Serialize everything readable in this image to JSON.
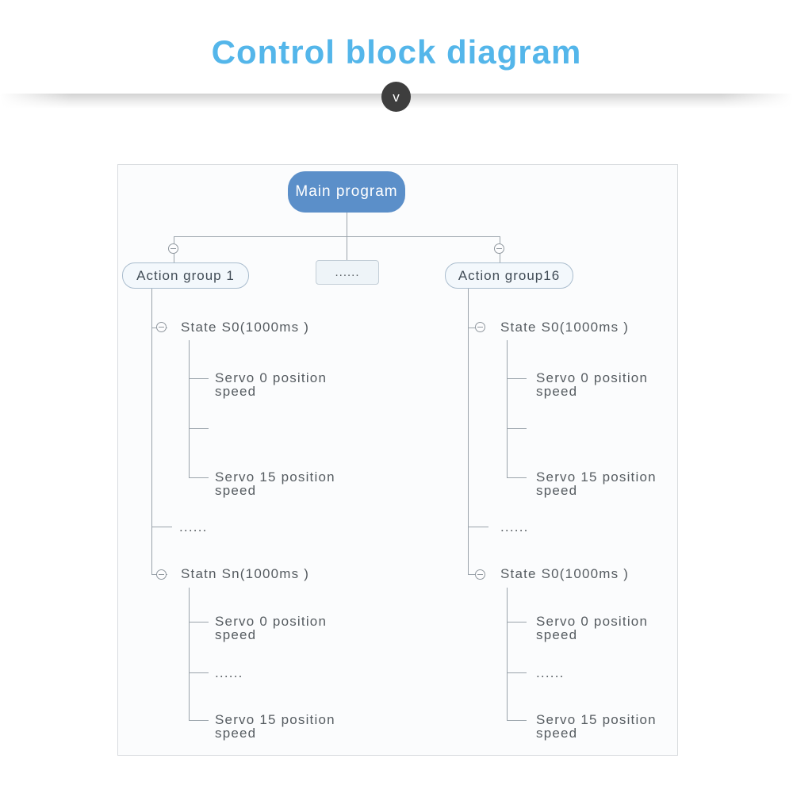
{
  "header": {
    "title": "Control block diagram",
    "chevron_label": "v"
  },
  "colors": {
    "title_accent": "#54b6ea",
    "main_node_fill": "#5b8fc9",
    "node_border": "#a9bccd",
    "node_fill": "#f3f8fc",
    "connector_line": "#9aa3ab",
    "label_text": "#565c61",
    "chevron_circle": "#3e3e3e"
  },
  "tree": {
    "main": "Main program",
    "groups": {
      "left": "Action group 1",
      "middle": "......",
      "right": "Action group16"
    },
    "left_branch": {
      "state1": "State S0(1000ms )",
      "state1_children": {
        "servo0": "Servo 0 position\nspeed",
        "servo15": "Servo 15 position\nspeed"
      },
      "dots": "......",
      "state2": "Statn Sn(1000ms )",
      "state2_children": {
        "servo0": "Servo 0 position\nspeed",
        "dots": "......",
        "servo15": "Servo 15 position\nspeed"
      }
    },
    "right_branch": {
      "state1": "State S0(1000ms )",
      "state1_children": {
        "servo0": "Servo 0 position\nspeed",
        "servo15": "Servo 15 position\nspeed"
      },
      "dots": "......",
      "state2": "State S0(1000ms )",
      "state2_children": {
        "servo0": "Servo 0 position\nspeed",
        "dots": "......",
        "servo15": "Servo 15 position\nspeed"
      }
    }
  }
}
